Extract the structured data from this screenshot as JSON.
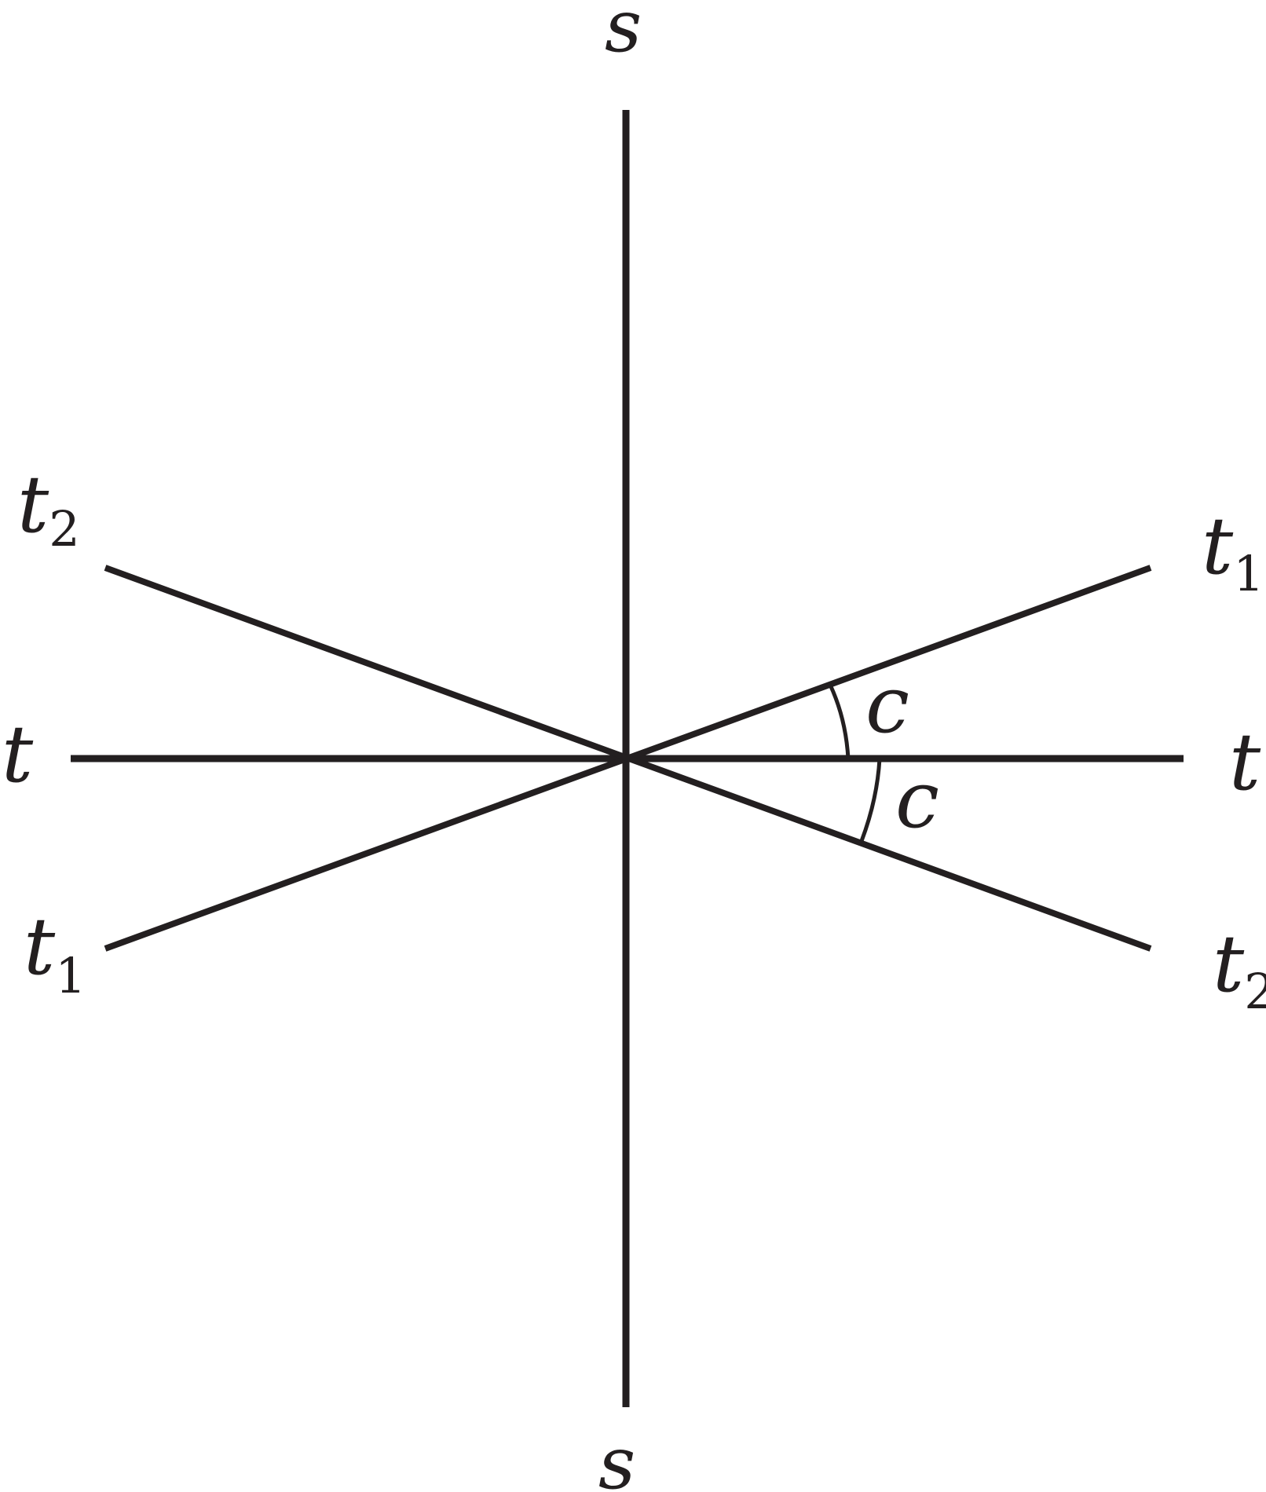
{
  "diagram": {
    "colors": {
      "stroke": "#231f20",
      "background": "#ffffff"
    },
    "labels": {
      "s_top": "s",
      "s_bottom": "s",
      "t_left": "t",
      "t_right": "t",
      "t2_upper_left_main": "t",
      "t2_upper_left_sub": "2",
      "t1_upper_right_main": "t",
      "t1_upper_right_sub": "1",
      "t1_lower_left_main": "t",
      "t1_lower_left_sub": "1",
      "t2_lower_right_main": "t",
      "t2_lower_right_sub": "2",
      "angle_upper": "c",
      "angle_lower": "c"
    }
  }
}
